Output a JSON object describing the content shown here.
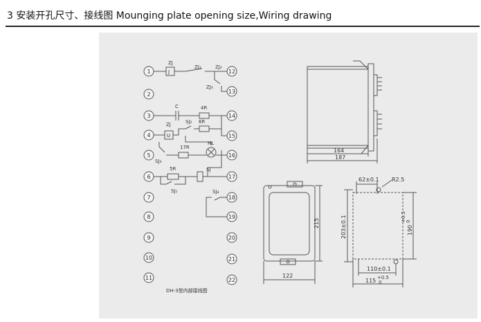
{
  "heading": {
    "text": "3 安装开孔尺寸、接线图 Mounging plate opening size,Wiring drawing"
  },
  "wiring": {
    "caption": "DH-3型内部接线图",
    "left_terminals": [
      "1",
      "2",
      "3",
      "4",
      "5",
      "6",
      "7",
      "8",
      "9",
      "10",
      "11"
    ],
    "right_terminals": [
      "12",
      "13",
      "14",
      "15",
      "16",
      "17",
      "18",
      "19",
      "20",
      "21",
      "22"
    ],
    "labels": {
      "zj": "ZJ",
      "zj_coil": "J",
      "zj1": "ZJ₁",
      "zj2": "ZJ₂",
      "zj3": "ZJ₃",
      "c": "C",
      "r4": "4R",
      "zj_b": "ZJ",
      "u": "U",
      "sj2": "SJ₂",
      "r6": "6R",
      "r17": "17R",
      "hl": "HL",
      "sj3": "SJ₃",
      "r5": "5R",
      "sj": "SJ",
      "sj1": "SJ₁",
      "sj4": "SJ₄"
    }
  },
  "side_view": {
    "dim_164": "164",
    "dim_187": "187"
  },
  "front_view": {
    "dim_215": "215",
    "dim_122": "122"
  },
  "cutout": {
    "dim_62": "62±0.1",
    "r25": "R2.5",
    "dim_203": "203±0.1",
    "dim_190": "190",
    "dim_190_tol": "+0.5",
    "dim_190_tol2": "0",
    "dim_110": "110±0.1",
    "dim_115": "115",
    "dim_115_tol": "+0.5",
    "dim_115_tol2": "0"
  }
}
